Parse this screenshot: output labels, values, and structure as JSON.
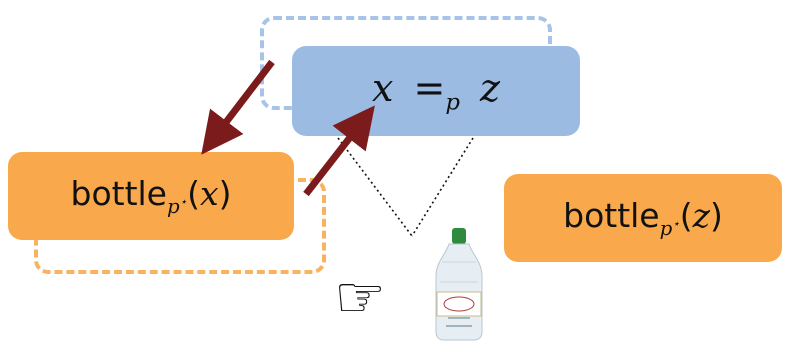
{
  "equation": {
    "lhs": "x",
    "op": "=",
    "op_sub": "p",
    "rhs": "z"
  },
  "bottle_x": {
    "func": "bottle",
    "sub_base": "p",
    "sub_sup": "⋆",
    "open": "(",
    "arg": "x",
    "close": ")"
  },
  "bottle_z": {
    "func": "bottle",
    "sub_base": "p",
    "sub_sup": "⋆",
    "open": "(",
    "arg": "z",
    "close": ")"
  },
  "pointer": {
    "glyph": "☞",
    "icon": "pointing-hand-icon"
  },
  "colors": {
    "blue": "#9bbbe3",
    "blue_dash": "#a7c3e8",
    "orange": "#f9a94b",
    "orange_dash": "#f9b25f",
    "arrow": "#7b1b1b"
  }
}
